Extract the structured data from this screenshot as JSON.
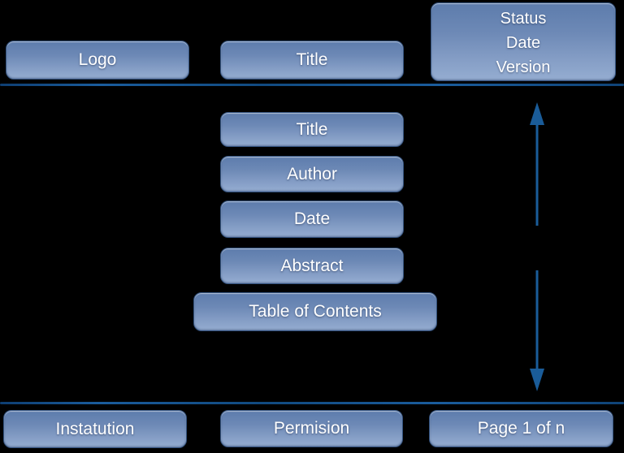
{
  "diagram": {
    "description": "Document page template layout diagram",
    "colors": {
      "background": "#000000",
      "box_fill_top": "#5d7cac",
      "box_fill_bottom": "#95add1",
      "box_border": "#33527e",
      "separator_line": "#14528f",
      "arrow": "#1a5c99",
      "text": "#ffffff"
    },
    "header": {
      "logo_label": "Logo",
      "title_label": "Title",
      "status_lines": [
        "Status",
        "Date",
        "Version"
      ]
    },
    "body": {
      "title_label": "Title",
      "author_label": "Author",
      "date_label": "Date",
      "abstract_label": "Abstract",
      "toc_label": "Table of Contents"
    },
    "footer": {
      "institution_label": "Instatution",
      "permission_label": "Permision",
      "page_label": "Page 1 of n"
    }
  }
}
